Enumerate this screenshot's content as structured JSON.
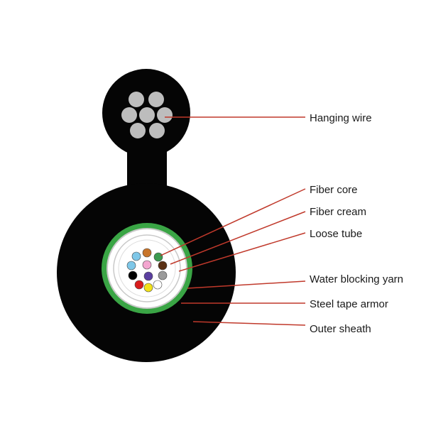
{
  "labels": {
    "hanging_wire": "Hanging wire",
    "fiber_core": "Fiber core",
    "fiber_cream": "Fiber cream",
    "loose_tube": "Loose tube",
    "water_blocking_yarn": "Water blocking yarn",
    "steel_tape_armor": "Steel tape armor",
    "outer_sheath": "Outer sheath"
  },
  "colors": {
    "sheath": "#050505",
    "hanging_strand": "#bdbdbd",
    "armor": "#3aa545",
    "armor_inner": "#1f6a26",
    "yarn_ring": "#c9c9c9",
    "tube_fill": "#ffffff",
    "leader_line": "#c0392b",
    "fibers": [
      "#c8752a",
      "#3b9a4f",
      "#5a3014",
      "#9a9a9a",
      "#ffffff",
      "#f2e21a",
      "#d81c1c",
      "#000000",
      "#7ec7e8",
      "#f3a6d0",
      "#5b3fa0"
    ]
  }
}
